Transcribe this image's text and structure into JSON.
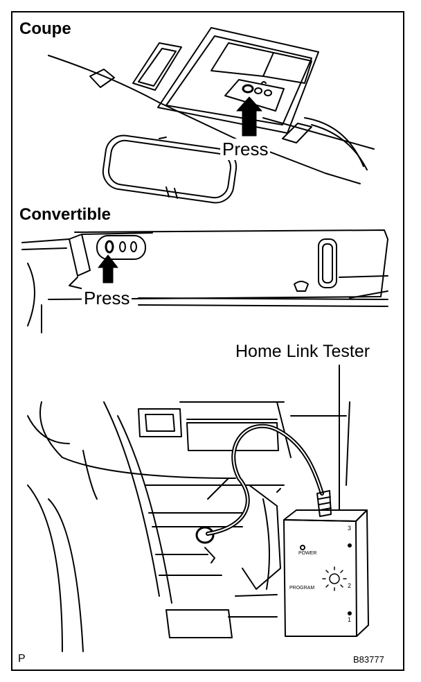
{
  "figure": {
    "sections": [
      {
        "id": "coupe",
        "heading": "Coupe",
        "press_label": "Press"
      },
      {
        "id": "convertible",
        "heading": "Convertible",
        "press_label": "Press"
      }
    ],
    "callouts": {
      "home_link_tester": "Home Link Tester"
    },
    "tester_face": {
      "power": "POWER",
      "program": "PROGRAM",
      "n3": "3",
      "n2": "2",
      "n1": "1"
    },
    "footer": {
      "left_mark": "P",
      "figure_code": "B83777"
    }
  },
  "colors": {
    "ink": "#000000",
    "paper": "#ffffff"
  },
  "icons": [
    "press-arrow-icon",
    "press-arrow-icon",
    "home-link-button-icon",
    "program-led-icon"
  ]
}
